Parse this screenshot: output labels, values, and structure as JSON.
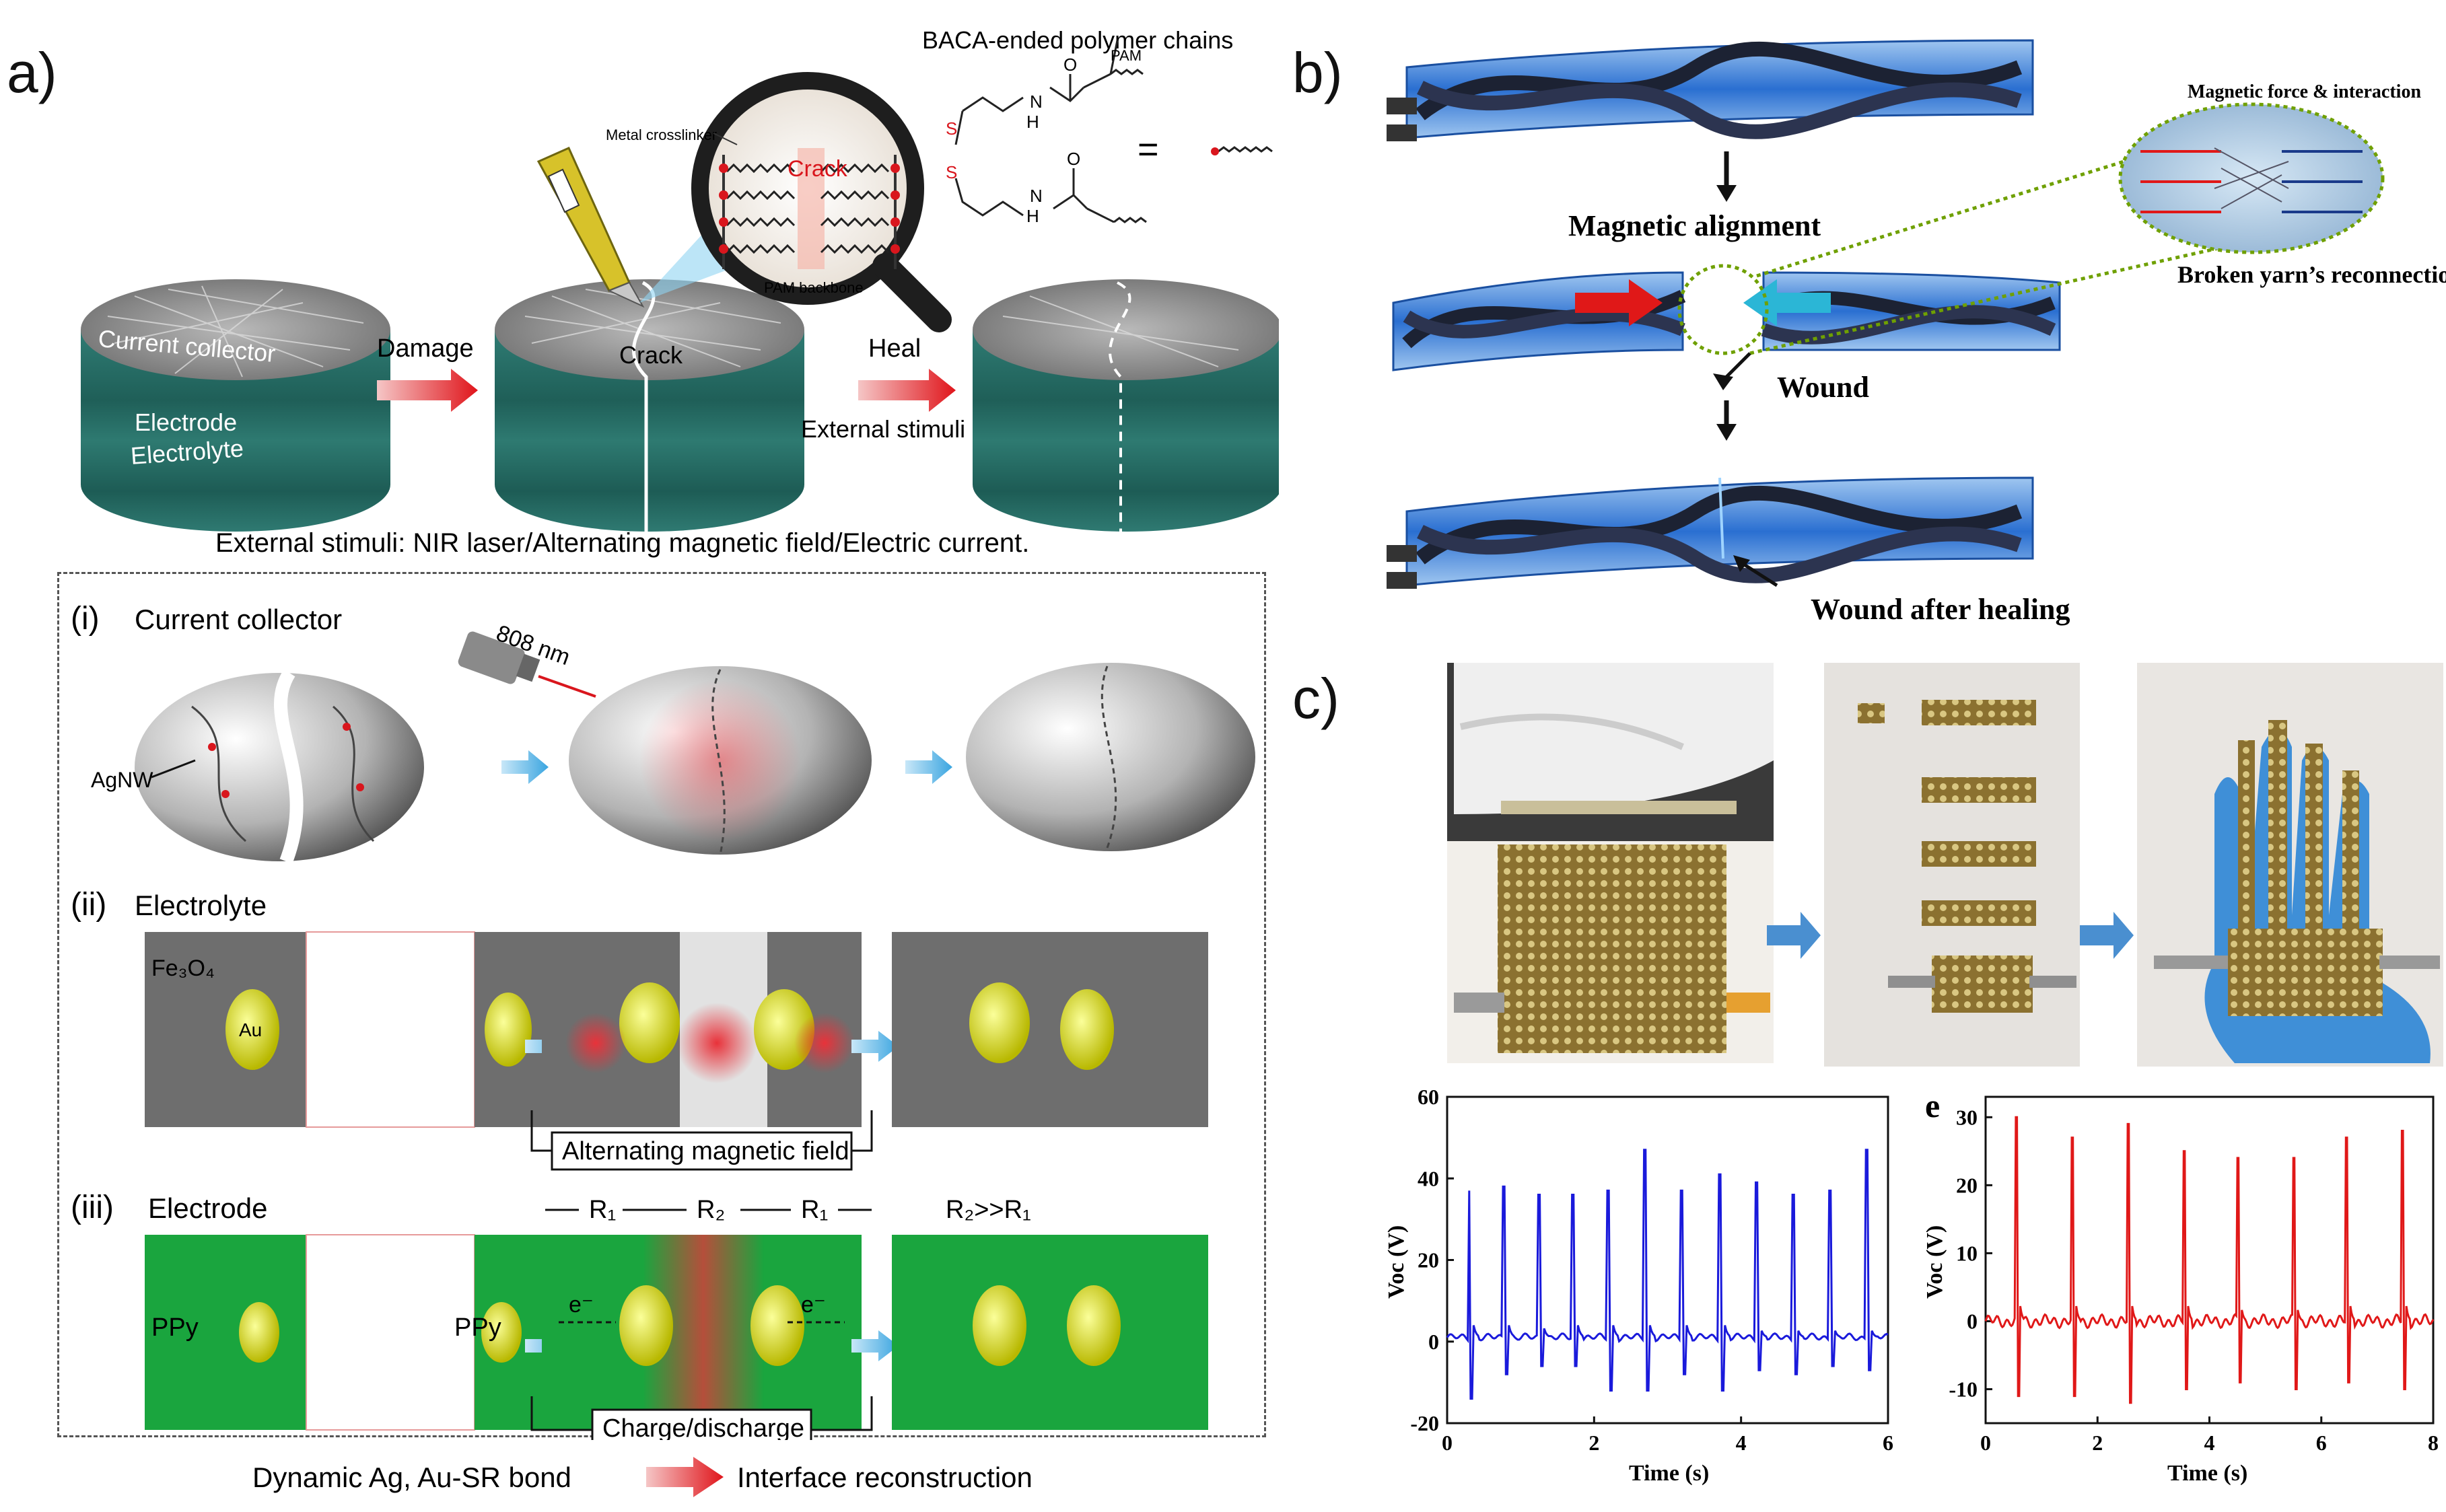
{
  "panel_a": {
    "letter": "a)",
    "baca_title": "BACA-ended polymer chains",
    "pam_label": "PAM",
    "metal_crosslinker": "Metal crosslinker",
    "crack_red": "Crack",
    "pam_backbone": "PAM backbone",
    "equals": "=",
    "s1": "S",
    "s2": "S",
    "nh1": "N",
    "h1": "H",
    "nh2": "N",
    "h2": "H",
    "o1": "O",
    "o2": "O",
    "current_collector": "Current collector",
    "electrode": "Electrode",
    "electrolyte": "Electrolyte",
    "damage": "Damage",
    "heal": "Heal",
    "crack": "Crack",
    "external_stimuli": "External stimuli",
    "stimuli_caption": "External stimuli: NIR laser/Alternating magnetic field/Electric current.",
    "i_label": "(i)",
    "i_title": "Current collector",
    "laser": "808 nm",
    "agnw": "AgNW",
    "ii_label": "(ii)",
    "ii_title": "Electrolyte",
    "fe3o4": "Fe₃O₄",
    "au": "Au",
    "amf": "Alternating magnetic field",
    "iii_label": "(iii)",
    "iii_title": "Electrode",
    "r1a": "R₁",
    "r2": "R₂",
    "r1b": "R₁",
    "r_relation": "R₂>>R₁",
    "ppy1": "PPy",
    "ppy2": "PPy",
    "e1": "e⁻",
    "e2": "e⁻",
    "charge": "Charge/discharge",
    "legend_left": "Dynamic Ag, Au-SR bond",
    "legend_right": "Interface reconstruction"
  },
  "panel_b": {
    "letter": "b)",
    "magnetic_alignment": "Magnetic alignment",
    "wound": "Wound",
    "wound_after": "Wound after healing",
    "inset_title": "Magnetic force & interaction",
    "inset_caption": "Broken yarn’s reconnection"
  },
  "panel_c": {
    "letter": "c)"
  },
  "chart_d": {
    "ylabel": "Voc (V)",
    "xlabel": "Time (s)",
    "y_ticks": [
      "60",
      "40",
      "20",
      "0",
      "-20"
    ],
    "x_ticks": [
      "0",
      "2",
      "4",
      "6"
    ],
    "color": "#1a1adb"
  },
  "chart_e": {
    "letter": "e",
    "ylabel": "Voc (V)",
    "xlabel": "Time (s)",
    "y_ticks": [
      "30",
      "20",
      "10",
      "0",
      "-10"
    ],
    "x_ticks": [
      "0",
      "2",
      "4",
      "6",
      "8"
    ],
    "color": "#e01818"
  },
  "chart_data": [
    {
      "type": "line",
      "xlabel": "Time (s)",
      "ylabel": "Voc (V)",
      "xlim": [
        0,
        6
      ],
      "ylim": [
        -20,
        60
      ],
      "series": [
        {
          "peak_times": [
            0.3,
            0.78,
            1.25,
            1.72,
            2.2,
            2.7,
            3.2,
            3.72,
            4.2,
            4.7,
            5.2,
            5.7
          ],
          "peak_values": [
            37,
            38,
            36,
            36,
            37,
            47,
            37,
            41,
            39,
            36,
            37,
            47
          ],
          "trough_values": [
            -14,
            -8,
            -6,
            -6,
            -12,
            -12,
            -8,
            -12,
            -7,
            -8,
            -6,
            -7
          ],
          "baseline": 1
        }
      ],
      "grid": false
    },
    {
      "type": "line",
      "xlabel": "Time (s)",
      "ylabel": "Voc (V)",
      "xlim": [
        0,
        8
      ],
      "ylim": [
        -15,
        33
      ],
      "series": [
        {
          "peak_times": [
            0.55,
            1.55,
            2.55,
            3.55,
            4.5,
            5.5,
            6.45,
            7.45
          ],
          "peak_values": [
            30,
            27,
            29,
            25,
            24,
            24,
            27,
            28
          ],
          "trough_values": [
            -11,
            -11,
            -12,
            -10,
            -9,
            -10,
            -9,
            -10
          ],
          "baseline": 0
        }
      ],
      "grid": false
    }
  ]
}
